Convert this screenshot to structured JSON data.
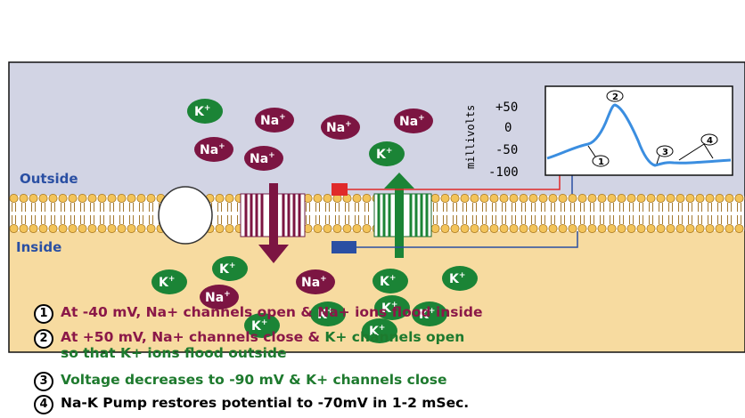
{
  "labels": {
    "outside": "Outside",
    "inside": "Inside"
  },
  "ions": {
    "k": "K",
    "na": "Na",
    "charge": "+"
  },
  "graph": {
    "y_axis_label": "millivolts",
    "ticks": [
      "+50",
      "0",
      "-50",
      "-100"
    ],
    "markers": [
      "1",
      "2",
      "3",
      "4"
    ]
  },
  "legend": [
    {
      "num": "1",
      "text": "At -40 mV, Na+ channels open & Na+ ions flood inside",
      "color": "#8b1848"
    },
    {
      "num": "2",
      "text": "At +50 mV, Na+ channels close & ",
      "text2": "K+ channels open\nso that K+ ions flood outside",
      "color": "#8b1848",
      "color2": "#1e7a2e"
    },
    {
      "num": "3",
      "text": "Voltage decreases to -90 mV & K+ channels close",
      "color": "#1e7a2e"
    },
    {
      "num": "4",
      "text": "Na-K Pump restores potential to -70mV in 1-2 mSec.",
      "color": "#000000"
    }
  ],
  "colors": {
    "outside_bg": "#d2d4e4",
    "inside_bg": "#f7dba0",
    "na": "#7c1542",
    "k": "#1b8436",
    "membrane": "#d9a43c",
    "label_blue": "#2a4fa3",
    "graph_line": "#3b8ee0"
  }
}
